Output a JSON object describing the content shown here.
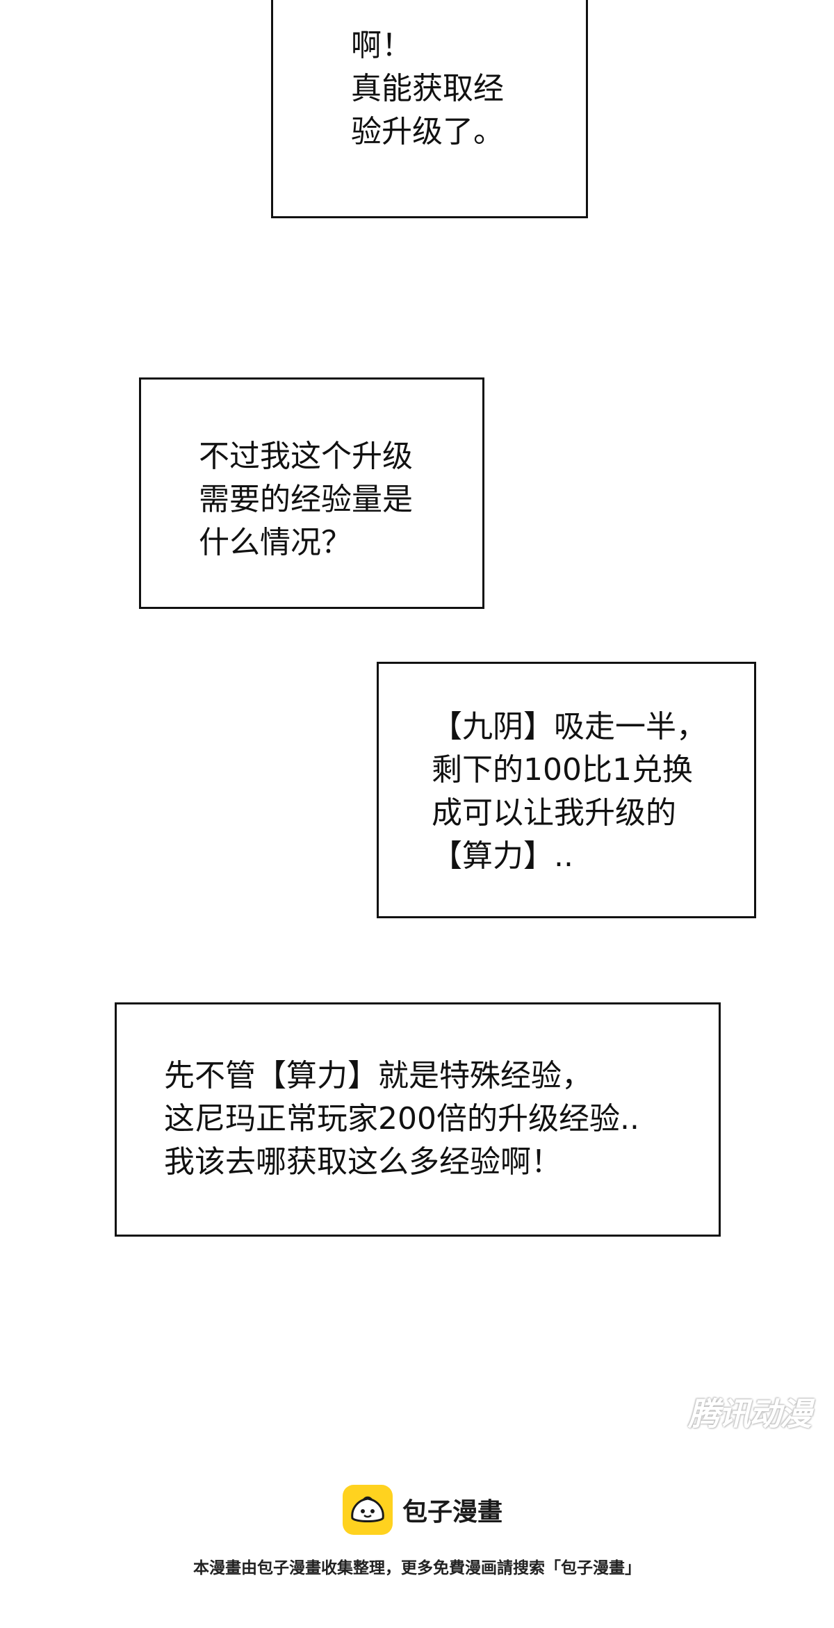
{
  "panels": [
    {
      "text": "啊！\n真能获取经\n验升级了。"
    },
    {
      "text": "不过我这个升级\n需要的经验量是\n什么情况？"
    },
    {
      "text": "【九阴】吸走一半，\n剩下的100比1兑换\n成可以让我升级的\n【算力】.."
    },
    {
      "text": "先不管【算力】就是特殊经验，\n这尼玛正常玩家200倍的升级经验..\n我该去哪获取这么多经验啊！"
    }
  ],
  "watermark": {
    "text": "腾讯动漫"
  },
  "footer": {
    "logo_icon": "bun-mascot-icon",
    "logo_color": "#ffd21f",
    "brand": "包子漫畫",
    "note": "本漫畫由包子漫畫收集整理，更多免費漫画請搜索「包子漫畫」"
  }
}
